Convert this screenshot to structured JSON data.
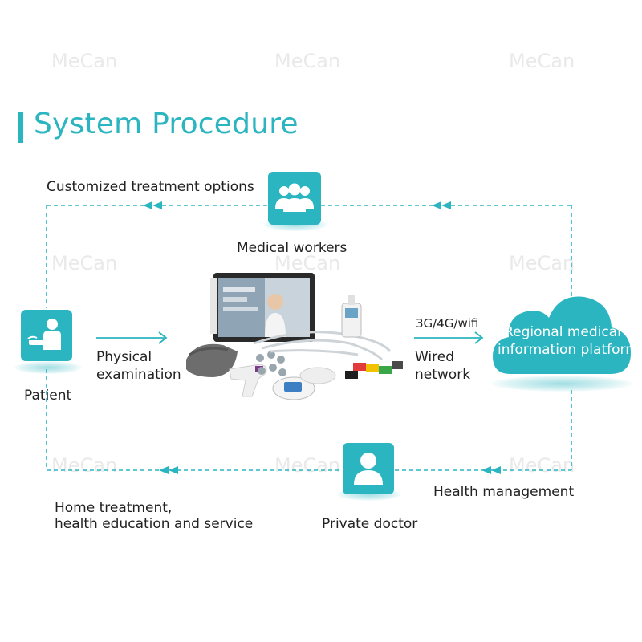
{
  "watermark": "MeCan",
  "title": "System Procedure",
  "accent_color": "#2bb5c0",
  "flow_labels": {
    "customized": "Customized treatment options",
    "medical_workers": "Medical workers",
    "patient": "Patient",
    "physical_1": "Physical",
    "physical_2": "examination",
    "connectivity": "3G/4G/wifi",
    "wired_1": "Wired",
    "wired_2": "network",
    "platform_1": "Regional medical",
    "platform_2": "information platform",
    "health_management": "Health management",
    "home_1": "Home treatment,",
    "home_2": "health education and service",
    "private_doctor": "Private doctor"
  },
  "icons": {
    "medical_workers": "group-icon",
    "patient": "patient-icon",
    "private_doctor": "person-icon",
    "platform": "cloud-icon",
    "devices": "medical-devices-image"
  }
}
